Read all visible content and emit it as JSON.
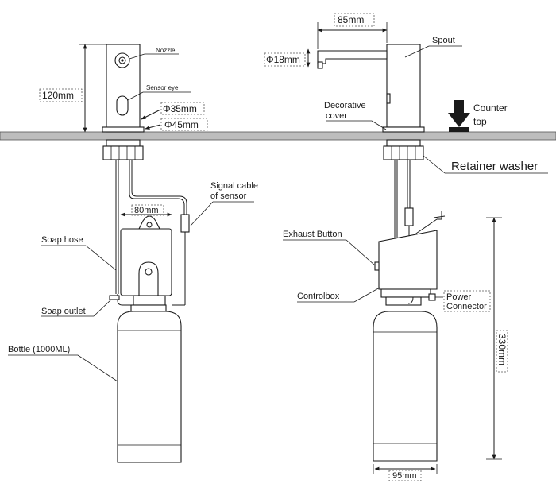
{
  "labels": {
    "nozzle": "Nozzle",
    "sensor_eye": "Sensor eye",
    "dim_height_120": "120mm",
    "dim_phi35": "Φ35mm",
    "dim_phi45": "Φ45mm",
    "dim_85": "85mm",
    "dim_phi18": "Φ18mm",
    "spout": "Spout",
    "decorative_cover_1": "Decorative",
    "decorative_cover_2": "cover",
    "counter_top_1": "Counter",
    "counter_top_2": "top",
    "retainer_washer": "Retainer washer",
    "signal_cable_1": "Signal cable",
    "signal_cable_2": "of sensor",
    "dim_80": "80mm",
    "soap_hose": "Soap hose",
    "soap_outlet": "Soap outlet",
    "bottle": "Bottle (1000ML)",
    "exhaust_button": "Exhaust Button",
    "controlbox": "Controlbox",
    "power_connector_1": "Power",
    "power_connector_2": "Connector",
    "dim_330": "330mm",
    "dim_95": "95mm"
  }
}
